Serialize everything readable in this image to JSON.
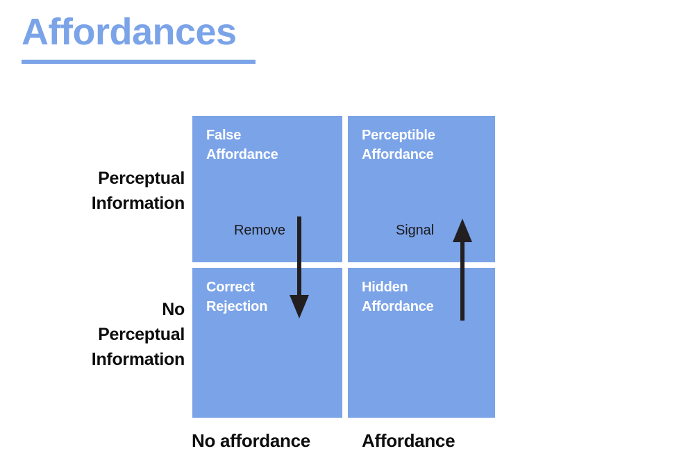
{
  "slide": {
    "title": "Affordances",
    "accent_color": "#7BA3E8",
    "text_color": "#0d0d0d",
    "quadrant_text_color": "#ffffff",
    "background_color": "#ffffff"
  },
  "matrix": {
    "quadrants": [
      {
        "id": "false-affordance",
        "position": "top-left",
        "line1": "False",
        "line2": "Affordance"
      },
      {
        "id": "perceptible-affordance",
        "position": "top-right",
        "line1": "Perceptible",
        "line2": "Affordance"
      },
      {
        "id": "correct-rejection",
        "position": "bottom-left",
        "line1": "Correct",
        "line2": "Rejection"
      },
      {
        "id": "hidden-affordance",
        "position": "bottom-right",
        "line1": "Hidden",
        "line2": "Affordance"
      }
    ],
    "arrows": [
      {
        "id": "remove-arrow",
        "label": "Remove",
        "direction": "down",
        "color": "#231f20"
      },
      {
        "id": "signal-arrow",
        "label": "Signal",
        "direction": "up",
        "color": "#231f20"
      }
    ],
    "y_axis": {
      "top_label_line1": "Perceptual",
      "top_label_line2": "Information",
      "bottom_label_line1": "No",
      "bottom_label_line2": "Perceptual",
      "bottom_label_line3": "Information"
    },
    "x_axis": {
      "left_label": "No affordance",
      "right_label": "Affordance"
    }
  }
}
